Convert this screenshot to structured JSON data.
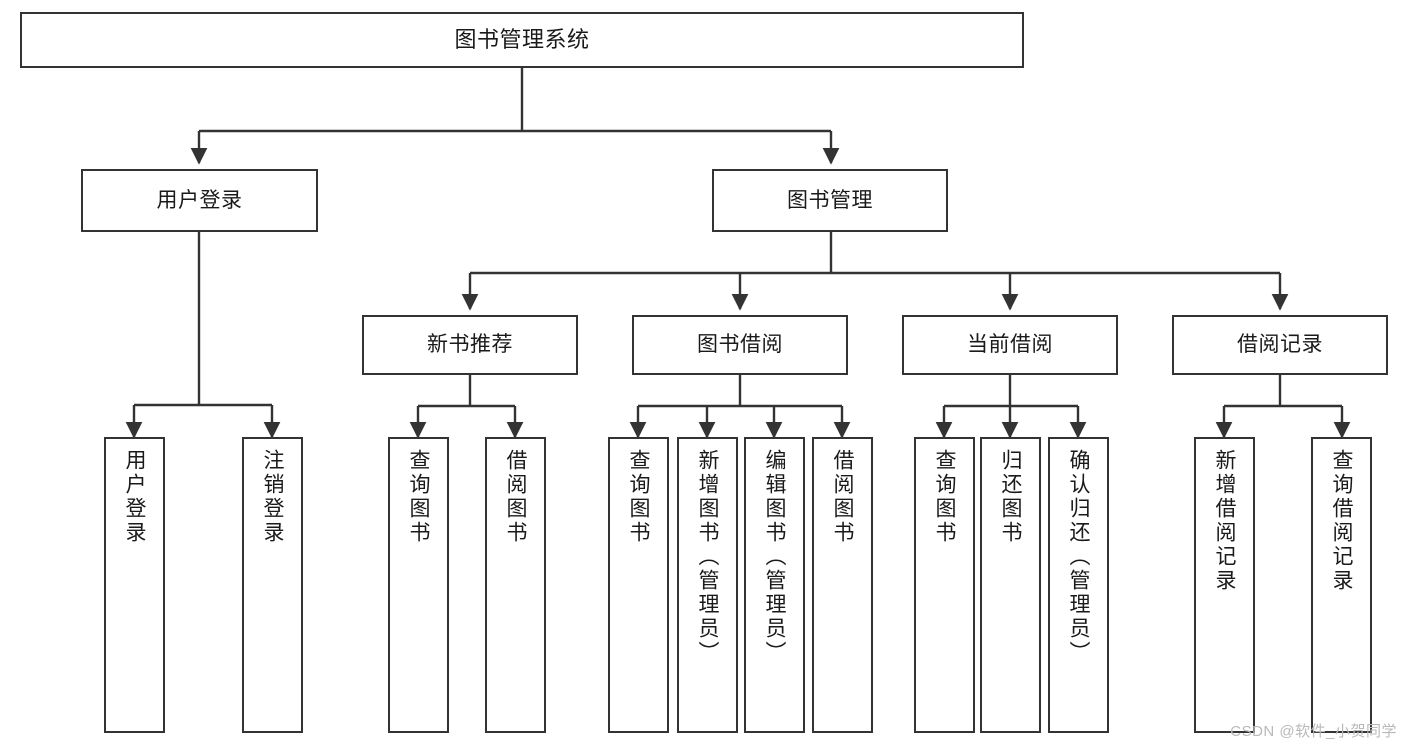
{
  "diagram": {
    "title": "图书管理系统",
    "type": "hierarchy-tree",
    "root": {
      "label": "图书管理系统"
    },
    "level2": [
      {
        "label": "用户登录"
      },
      {
        "label": "图书管理"
      }
    ],
    "level3": [
      {
        "label": "新书推荐"
      },
      {
        "label": "图书借阅"
      },
      {
        "label": "当前借阅"
      },
      {
        "label": "借阅记录"
      }
    ],
    "leaves": {
      "user_login": [
        {
          "label": "用户登录"
        },
        {
          "label": "注销登录"
        }
      ],
      "new_book_recommend": [
        {
          "label": "查询图书"
        },
        {
          "label": "借阅图书"
        }
      ],
      "book_borrow": [
        {
          "label": "查询图书"
        },
        {
          "label": "新增图书（管理员）"
        },
        {
          "label": "编辑图书（管理员）"
        },
        {
          "label": "借阅图书"
        }
      ],
      "current_borrow": [
        {
          "label": "查询图书"
        },
        {
          "label": "归还图书"
        },
        {
          "label": "确认归还（管理员）"
        }
      ],
      "borrow_record": [
        {
          "label": "新增借阅记录"
        },
        {
          "label": "查询借阅记录"
        }
      ]
    }
  },
  "watermark": {
    "text": "CSDN @软件_小贺同学"
  },
  "colors": {
    "stroke": "#333333",
    "text": "#1a1a1a",
    "background": "#ffffff",
    "watermark": "#b9b9b9"
  }
}
